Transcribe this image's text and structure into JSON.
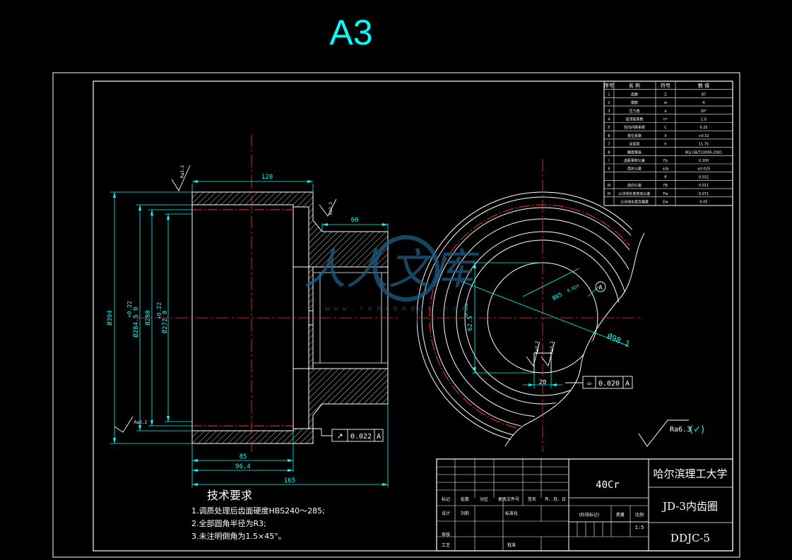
{
  "sheet_size": "A3",
  "dims": {
    "len_120": "120",
    "len_60": "60",
    "len_85": "85",
    "len_96": "96.4",
    "len_165": "165",
    "dia_outer": "Ø394",
    "dia_mid": "Ø284.5 0",
    "dia_mid_tol": "+0.22",
    "dia_ring": "Ø288",
    "dia_inner": "Ø272 0",
    "dia_inner_tol": "+0.22",
    "bore": "Ø98.1",
    "bore_small": "Ø85",
    "bore_small_tol": "0.054",
    "span": "62.5",
    "span_tol": "-0.036",
    "key_width": "20",
    "datum_A": "A"
  },
  "rough_small": "Ra3.2",
  "roughness_general": "Ra6.3",
  "roughness_check": "(✓)",
  "tolerances": {
    "runout": {
      "symbol": "↗",
      "value": "0.022",
      "datum": "A"
    },
    "symmetry": {
      "symbol": "⌯",
      "value": "0.020",
      "datum": "A"
    }
  },
  "watermark": {
    "text": "人人文库",
    "url": "w w w . r e n r e n d o c . c o m"
  },
  "tech_requirements": {
    "heading": "技术要求",
    "items": [
      "1.调质处理后齿面硬度HBS240～285;",
      "2.全部圆角半径为R3;",
      "3.未注明倒角为1.5×45°。"
    ]
  },
  "params_table": {
    "headers": [
      "序号",
      "名  称",
      "符号",
      "数  值"
    ],
    "rows": [
      [
        "1",
        "齿数",
        "Z",
        "87"
      ],
      [
        "2",
        "模数",
        "m",
        "4"
      ],
      [
        "3",
        "压力角",
        "α",
        "20°"
      ],
      [
        "4",
        "齿顶高系数",
        "h*",
        "1.0"
      ],
      [
        "5",
        "径向间隙系数",
        "C",
        "0.25"
      ],
      [
        "6",
        "变位系数",
        "X",
        "+0.32"
      ],
      [
        "7",
        "全齿高",
        "h",
        "11.75"
      ],
      [
        "8",
        "精度等级",
        "",
        "8GJ GB/T10095-2001"
      ],
      [
        "I",
        "齿距累积公差",
        "Fp",
        "0.100"
      ],
      [
        "II",
        "齿形公差",
        "±fp",
        "±0.025"
      ],
      [
        "",
        "",
        "ff",
        "0.032"
      ],
      [
        "III",
        "齿向公差",
        "Fβ",
        "0.011"
      ],
      [
        "IV",
        "公法线长度变动公差",
        "Fw",
        "0.071"
      ],
      [
        "",
        "公法线长度及偏差",
        "Ew",
        "0.05"
      ]
    ]
  },
  "title_block": {
    "material": "40Cr",
    "school": "哈尔滨理工大学",
    "part_name": "JD-3内齿圈",
    "drawing_no": "DDJC-5",
    "rev_labels": [
      "标记",
      "处数",
      "分区",
      "更改文件号",
      "签名",
      "年、月、日"
    ],
    "design": "设计",
    "designer": "刘莉",
    "standardize": "标准化",
    "review": "审核",
    "process": "工艺",
    "approve": "批准",
    "stage_mark": "(阶段标记)",
    "weight": "质量",
    "scale_label": "比例",
    "scale": "1:5"
  }
}
